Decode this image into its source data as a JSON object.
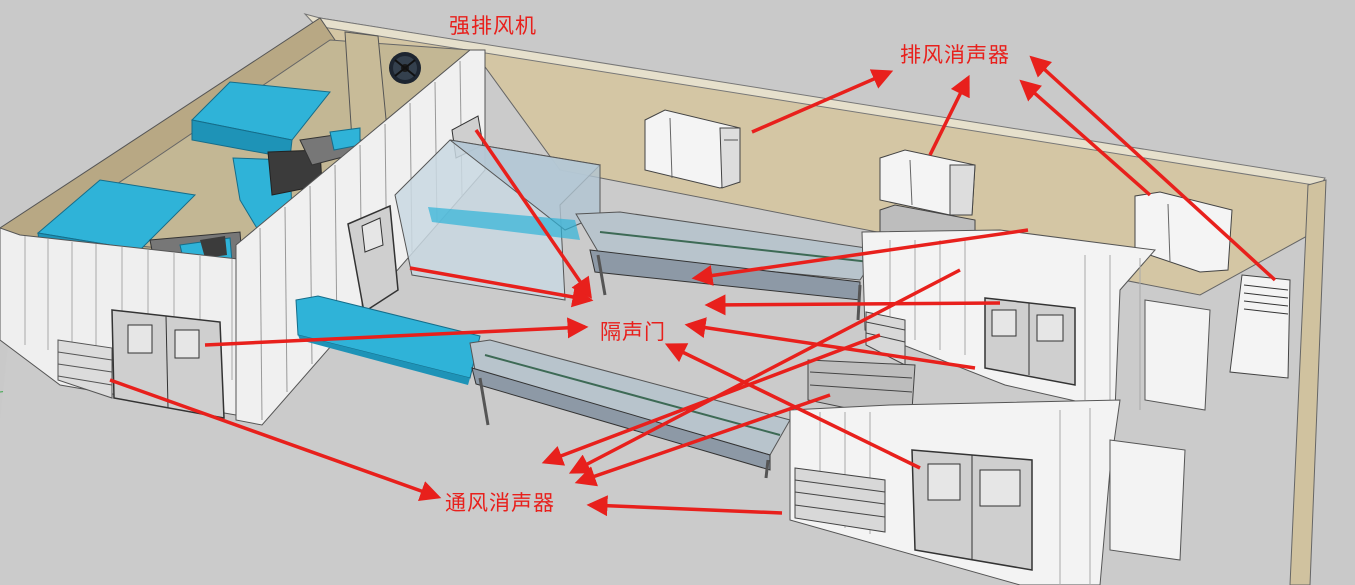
{
  "labels": {
    "fan": "强排风机",
    "exhaust_silencer": "排风消声器",
    "soundproof_door": "隔声门",
    "vent_silencer": "通风消声器"
  },
  "colors": {
    "annotation": "#e8201c",
    "equipment_blue": "#2fb3d8",
    "wall_beige": "#d4c6a4",
    "panel_white": "#f3f3f3",
    "frame_grey": "#8d99a6"
  }
}
